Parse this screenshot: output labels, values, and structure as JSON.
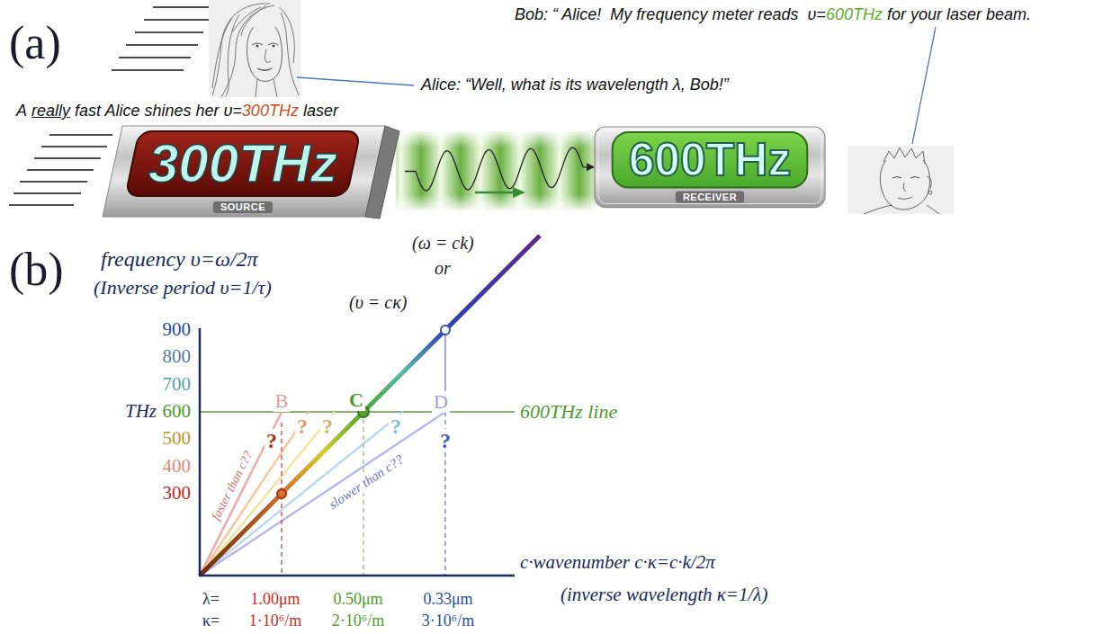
{
  "diagram": {
    "nodes": [
      {
        "text": [
          "300THz",
          "SOURCE"
        ]
      },
      {
        "text": [
          "600THz",
          "RECEIVER"
        ]
      }
    ],
    "edges": [
      {
        "from": 0,
        "to": 1,
        "arrow": "to"
      }
    ],
    "labels": [
      "(a)",
      "Bob: “ Alice!  My frequency meter reads  υ=",
      "600THz",
      "for your laser beam.",
      "Alice: “Well, what is its wavelength λ, Bob!”",
      "A",
      "really",
      "fast Alice shines her υ=",
      "300THz",
      "laser",
      "(b)",
      "frequency υ=ω/2π",
      "(Inverse period υ=1/τ)",
      "900",
      "800",
      "700",
      "THz",
      "600",
      "500",
      "400",
      "300",
      "(ω = ck)",
      "or",
      "(υ = cκ)",
      "B",
      "C",
      "D",
      "?",
      "?",
      "?",
      "?",
      "?",
      "faster than c??",
      "slower than c??",
      "600THz line",
      "c·wavenumber c·κ=c·k/2π",
      "(inverse wavelength κ=1/λ)",
      "λ=",
      "1.00μm",
      "0.50μm",
      "0.33μm",
      "κ=",
      "1·10⁶/m",
      "2·10⁶/m",
      "3·10⁶/m"
    ]
  }
}
